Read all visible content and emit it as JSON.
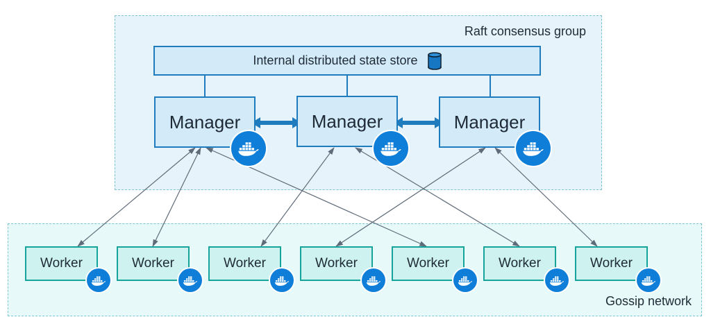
{
  "raft_group": {
    "label": "Raft consensus group"
  },
  "state_store": {
    "label": "Internal distributed state store",
    "icon": "database-icon"
  },
  "managers": [
    {
      "label": "Manager",
      "icon": "docker-whale-icon"
    },
    {
      "label": "Manager",
      "icon": "docker-whale-icon"
    },
    {
      "label": "Manager",
      "icon": "docker-whale-icon"
    }
  ],
  "workers": [
    {
      "label": "Worker",
      "icon": "docker-whale-icon"
    },
    {
      "label": "Worker",
      "icon": "docker-whale-icon"
    },
    {
      "label": "Worker",
      "icon": "docker-whale-icon"
    },
    {
      "label": "Worker",
      "icon": "docker-whale-icon"
    },
    {
      "label": "Worker",
      "icon": "docker-whale-icon"
    },
    {
      "label": "Worker",
      "icon": "docker-whale-icon"
    },
    {
      "label": "Worker",
      "icon": "docker-whale-icon"
    }
  ],
  "gossip": {
    "label": "Gossip network"
  },
  "colors": {
    "manager_border": "#1e7bbd",
    "manager_fill": "#d3ebf8",
    "worker_border": "#15a39a",
    "worker_fill": "#cdf2ef",
    "docker_blue": "#0e7ed9",
    "raft_zone_fill": "#e7f3fb",
    "gossip_zone_fill": "#e7f9f9",
    "zone_dash": "#7cc5cf",
    "connector": "#5f6b78"
  }
}
